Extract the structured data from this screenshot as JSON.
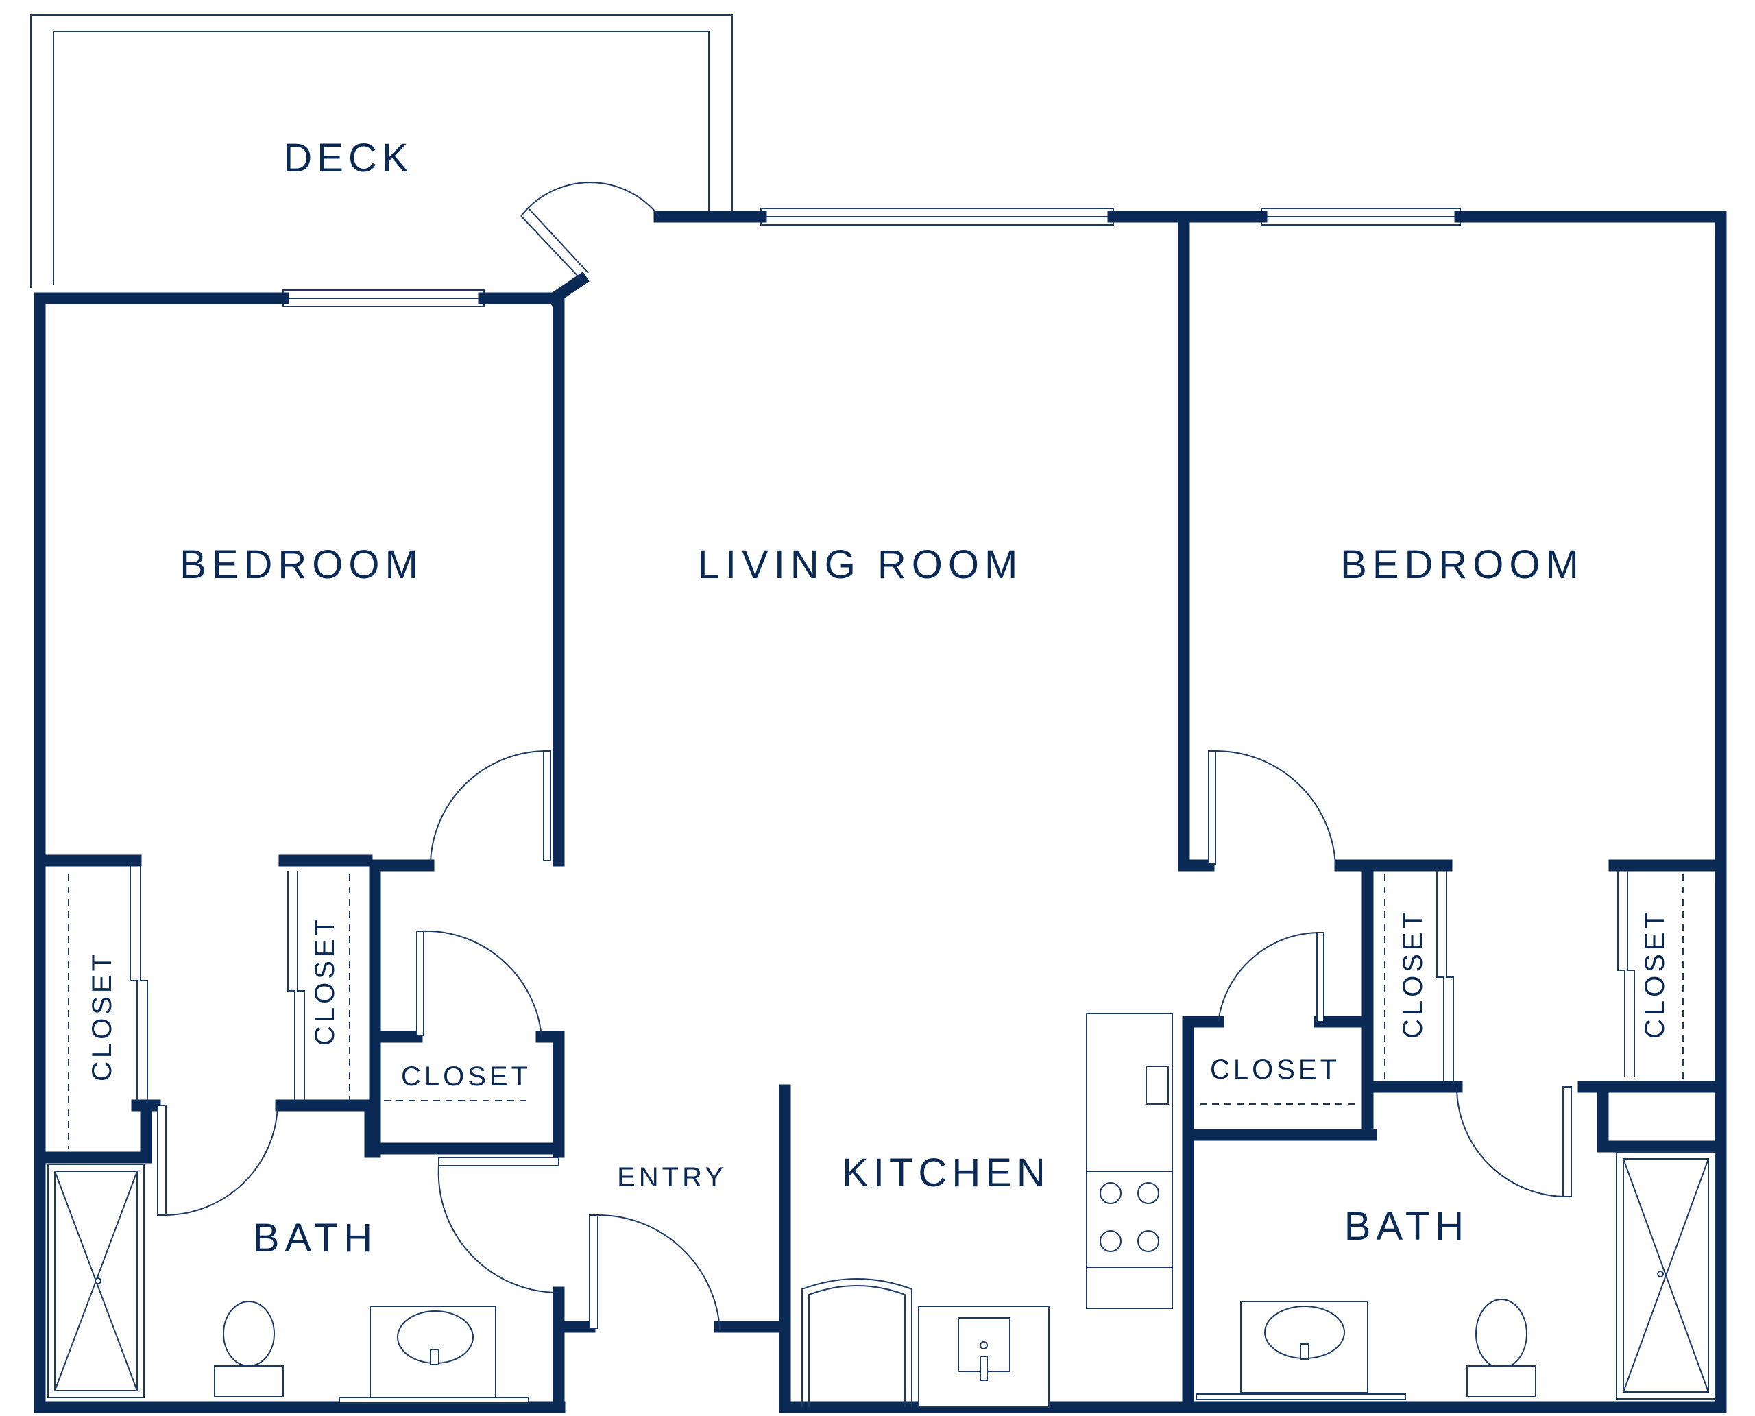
{
  "colors": {
    "wall": "#0a2a55",
    "line": "#1c3a66",
    "background": "#ffffff"
  },
  "rooms": {
    "deck": "DECK",
    "living_room": "LIVING ROOM",
    "bedroom_left": "BEDROOM",
    "bedroom_right": "BEDROOM",
    "kitchen": "KITCHEN",
    "entry": "ENTRY",
    "bath_left": "BATH",
    "bath_right": "BATH",
    "closet_left_1": "CLOSET",
    "closet_left_2": "CLOSET",
    "closet_center_left": "CLOSET",
    "closet_center_right": "CLOSET",
    "closet_right_1": "CLOSET",
    "closet_right_2": "CLOSET"
  }
}
